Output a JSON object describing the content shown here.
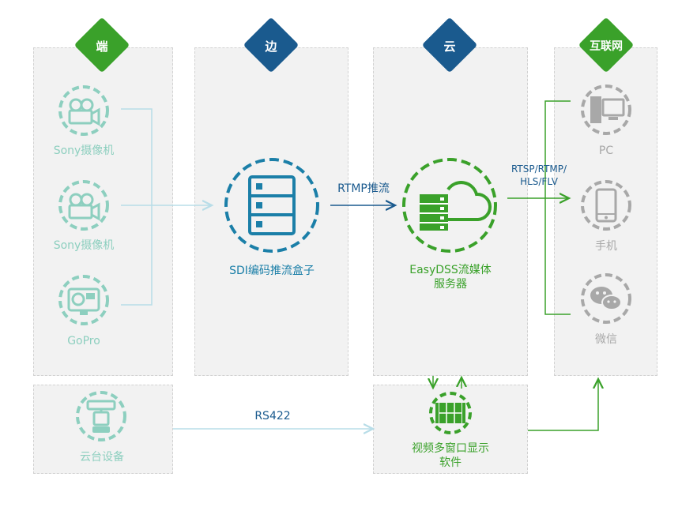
{
  "columns": [
    {
      "id": "duan",
      "label": "端",
      "color": "#3aa12a"
    },
    {
      "id": "bian",
      "label": "边",
      "color": "#1a5a8e"
    },
    {
      "id": "yun",
      "label": "云",
      "color": "#1a5a8e"
    },
    {
      "id": "hulianwang",
      "label": "互联网",
      "color": "#3aa12a"
    }
  ],
  "devices": {
    "camera1": "Sony摄像机",
    "camera2": "Sony摄像机",
    "gopro": "GoPro",
    "ptz": "云台设备"
  },
  "edge": {
    "box": "SDI编码推流盒子"
  },
  "cloud": {
    "server_line1": "EasyDSS流媒体",
    "server_line2": "服务器",
    "display_line1": "视频多窗口显示",
    "display_line2": "软件"
  },
  "internet": {
    "pc": "PC",
    "phone": "手机",
    "wechat": "微信"
  },
  "links": {
    "rtmp": "RTMP推流",
    "protocols_line1": "RTSP/RTMP/",
    "protocols_line2": "HLS/FLV",
    "rs422": "RS422"
  },
  "colors": {
    "teal": "#8dcfbf",
    "gray": "#a8a8a8",
    "blue": "#1b7fa8",
    "green": "#3aa12a",
    "navy": "#1a5a8e",
    "lightline": "#b8dde8"
  }
}
